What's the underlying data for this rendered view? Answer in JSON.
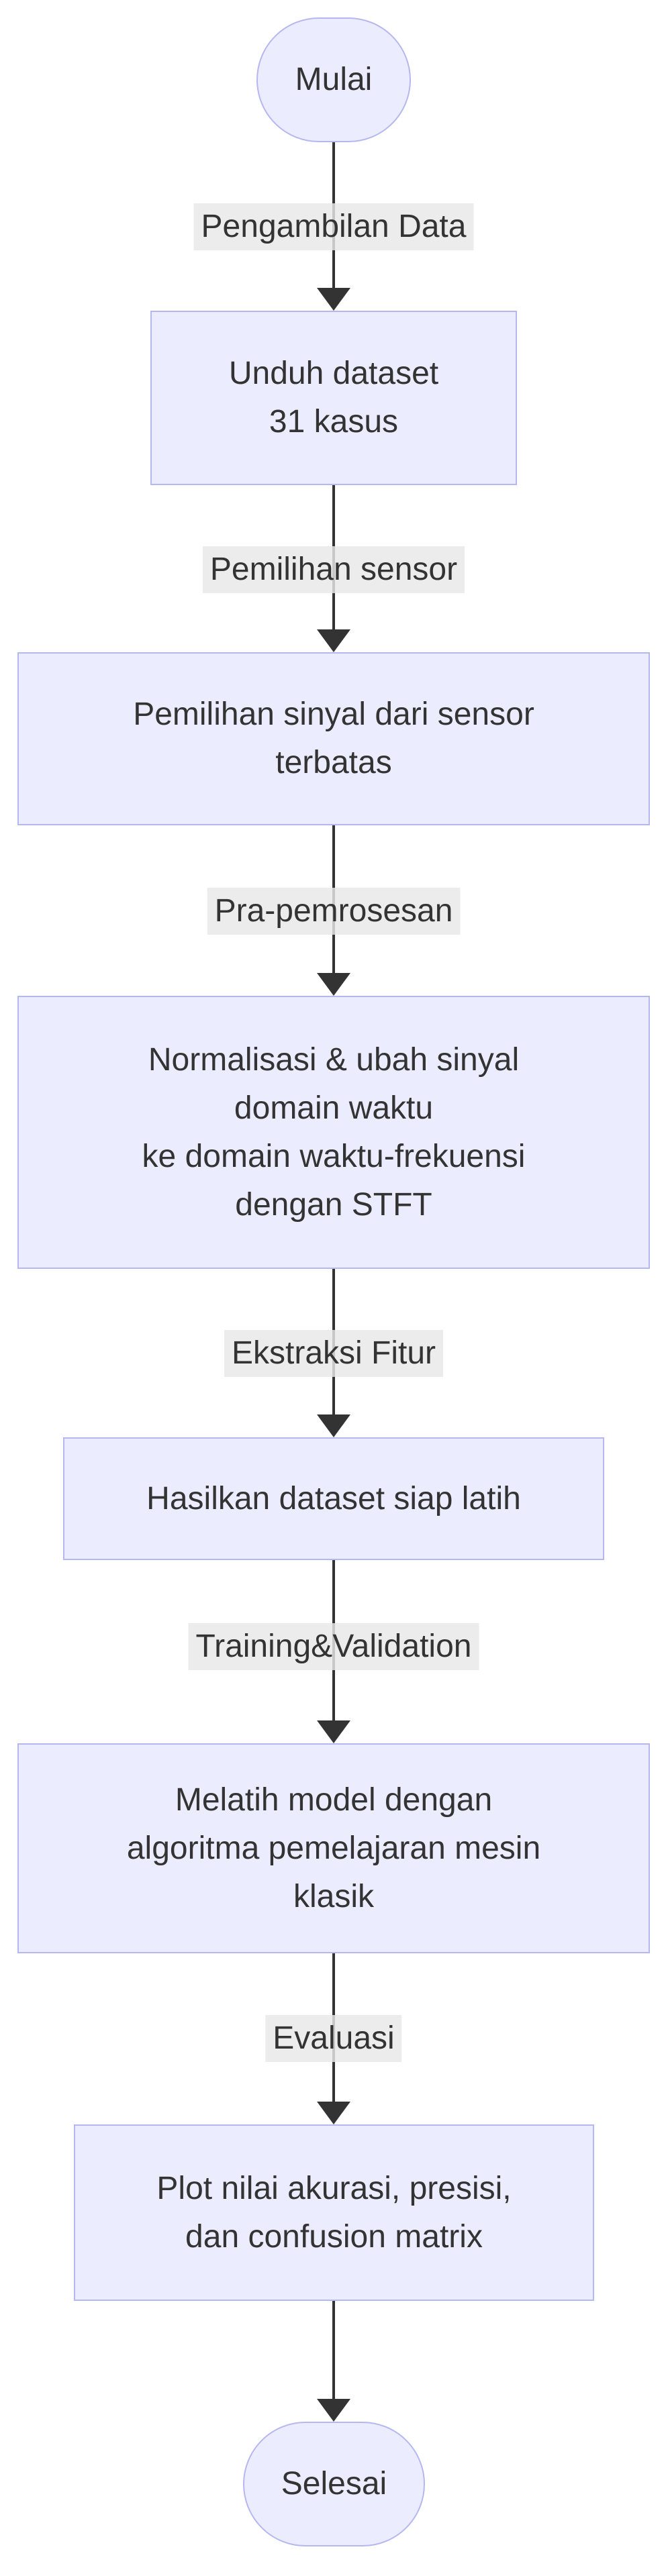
{
  "flowchart": {
    "start": {
      "label": "Mulai"
    },
    "end": {
      "label": "Selesai"
    },
    "steps": [
      {
        "label": "Unduh dataset\n31 kasus"
      },
      {
        "label": "Pemilihan sinyal dari sensor\nterbatas"
      },
      {
        "label": "Normalisasi & ubah sinyal\ndomain waktu\nke domain waktu-frekuensi\ndengan STFT"
      },
      {
        "label": "Hasilkan dataset siap latih"
      },
      {
        "label": "Melatih model dengan\nalgoritma pemelajaran mesin\nklasik"
      },
      {
        "label": "Plot nilai akurasi, presisi,\ndan confusion matrix"
      }
    ],
    "edge_labels": [
      "Pengambilan Data",
      "Pemilihan sensor",
      "Pra-pemrosesan",
      "Ekstraksi Fitur",
      "Training&Validation",
      "Evaluasi"
    ],
    "colors": {
      "node_fill": "#ECECFF",
      "node_border": "#B5B7F0",
      "edge_label_bg": "#E8E8E8",
      "edge_line": "#333333",
      "text": "#333333"
    }
  }
}
